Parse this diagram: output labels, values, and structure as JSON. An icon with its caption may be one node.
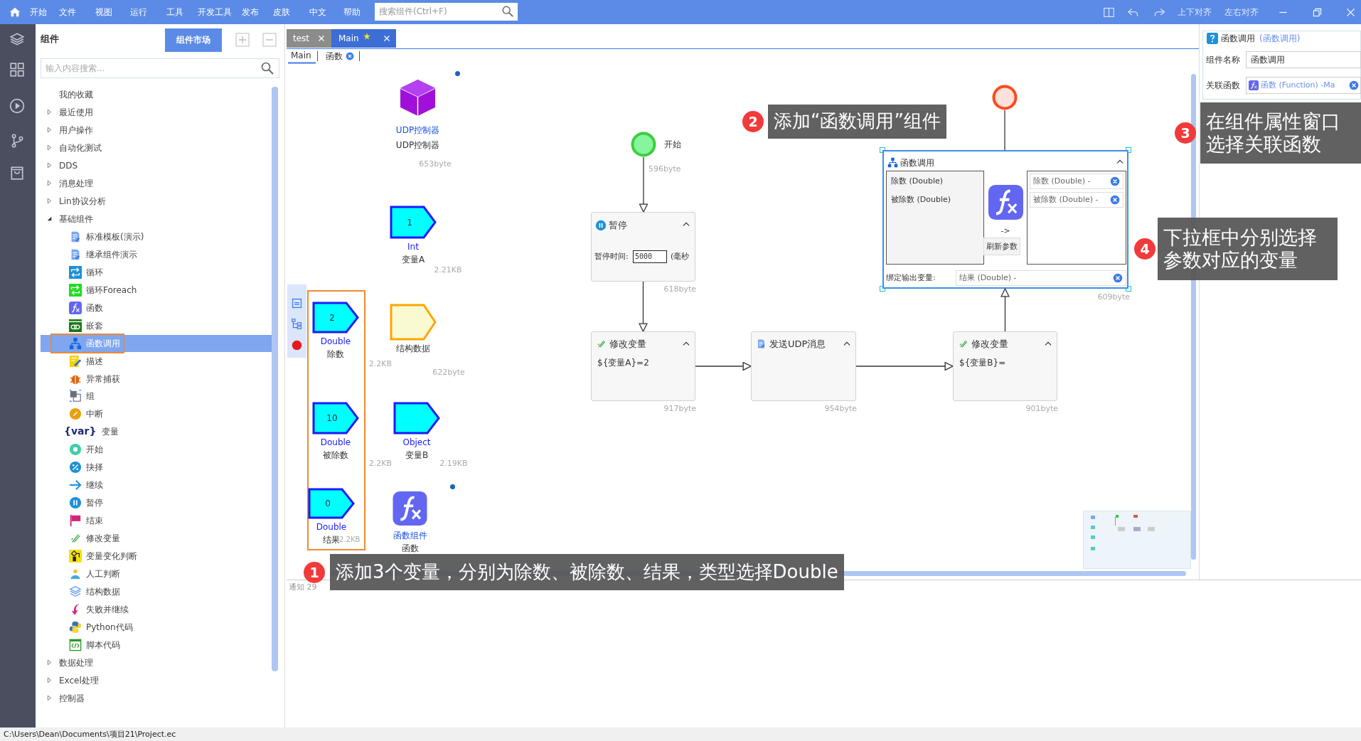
{
  "diagram": {
    "nodes": [
      {
        "text": [
          "UDP控制器",
          "UDP控制器"
        ]
      },
      {
        "text": [],
        "shape": "circle"
      },
      {
        "text": [
          "2",
          "添加“函数调用”组件"
        ]
      },
      {
        "text": [
          "3",
          "在组件属性窗口选择关联函数"
        ]
      },
      {
        "text": [
          "开始"
        ],
        "beside": [
          "596byte"
        ]
      },
      {
        "text": [
          "函数调用",
          "除数 (Double)",
          "被除数 (Double)",
          "->",
          "刷新参数",
          "除数 (Double) -",
          "被除数 (Double) -",
          "绑定输出变量:",
          "结果 (Double) -"
        ],
        "beside": [
          "609byte"
        ]
      },
      {
        "text": [
          "1",
          "Int",
          "变量A"
        ],
        "beside": [
          "2.21KB"
        ]
      },
      {
        "text": [
          "暂停",
          "暂停时间:",
          "5000",
          "(毫秒"
        ],
        "beside": [
          "618byte"
        ]
      },
      {
        "text": [
          "4",
          "下拉框中分别选择参数对应的变量"
        ]
      },
      {
        "text": [
          "2",
          "Double",
          "除数"
        ],
        "beside": [
          "2.2KB"
        ]
      },
      {
        "text": [
          "结构数据"
        ],
        "beside": [
          "622byte"
        ]
      },
      {
        "text": [
          "修改变量",
          "${变量A}=2"
        ],
        "beside": [
          "917byte"
        ]
      },
      {
        "text": [
          "发送UDP消息"
        ],
        "beside": [
          "954byte"
        ]
      },
      {
        "text": [
          "修改变量",
          "${变量B}="
        ],
        "beside": [
          "901byte"
        ]
      },
      {
        "text": [
          "10",
          "Double",
          "被除数"
        ],
        "beside": [
          "2.2KB"
        ]
      },
      {
        "text": [
          "Object",
          "变量B"
        ],
        "beside": [
          "2.19KB"
        ]
      },
      {
        "text": [
          "0",
          "Double",
          "结果"
        ],
        "beside": [
          "2.2KB"
        ]
      },
      {
        "text": [
          "函数组件",
          "函数"
        ]
      },
      {
        "text": [
          "1",
          "添加3个变量，分别为除数、被除数、结果，类型选择Double"
        ]
      }
    ],
    "edges": [
      {
        "from": 4,
        "to": 7,
        "arrow": "to"
      },
      {
        "from": 7,
        "to": 11,
        "arrow": "to"
      },
      {
        "from": 11,
        "to": 12,
        "arrow": "to"
      },
      {
        "from": 12,
        "to": 13,
        "arrow": "to"
      },
      {
        "from": 13,
        "to": 5,
        "arrow": "to"
      },
      {
        "from": 1,
        "to": 5,
        "arrow": "none"
      }
    ],
    "labels": [
      "开始",
      "文件",
      "视图",
      "运行",
      "工具",
      "开发工具",
      "发布",
      "皮肤",
      "中文",
      "帮助",
      "搜索组件(Ctrl+F)",
      "上下对齐",
      "左右对齐",
      "组件",
      "组件市场",
      "输入内容搜索...",
      "test",
      "Main",
      "Main",
      "函数",
      "函数调用",
      "(函数调用)",
      "组件名称",
      "函数调用",
      "关联函数",
      "函数 (Function) -Ma",
      "我的收藏",
      "最近使用",
      "用户操作",
      "自动化测试",
      "DDS",
      "消息处理",
      "Lin协议分析",
      "基础组件",
      "标准模板(演示)",
      "继承组件演示",
      "循环",
      "循环Foreach",
      "函数",
      "嵌套",
      "函数调用",
      "描述",
      "异常捕获",
      "组",
      "中断",
      "变量",
      "开始",
      "抉择",
      "继续",
      "暂停",
      "结束",
      "修改变量",
      "变量变化判断",
      "人工判断",
      "结构数据",
      "失败并继续",
      "Python代码",
      "脚本代码",
      "数据处理",
      "Excel处理",
      "控制器",
      "{var}",
      "653byte",
      "通知 29",
      "C:\\Users\\Dean\\Documents\\项目21\\Project.ec"
    ]
  }
}
